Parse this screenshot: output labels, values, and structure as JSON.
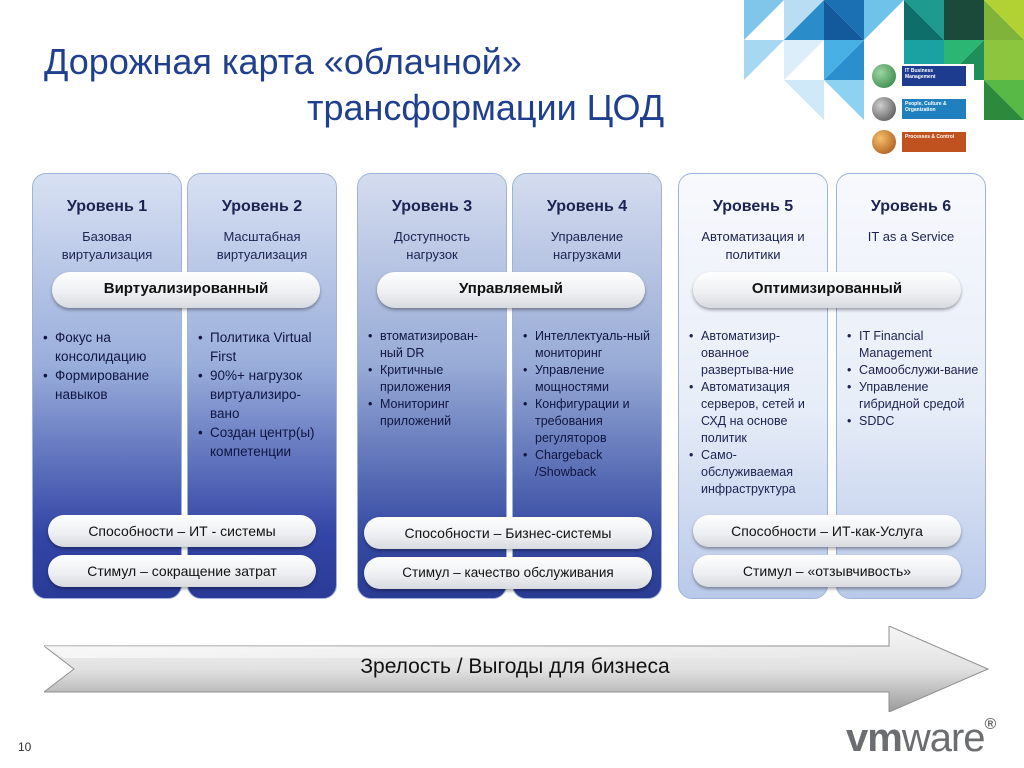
{
  "title": {
    "line1": "Дорожная карта «облачной»",
    "line2": "трансформации ЦОД"
  },
  "legend": {
    "items": [
      {
        "label": "IT Business Management",
        "color": "#1d3b8f"
      },
      {
        "label": "People, Culture & Organization",
        "color": "#1f7fbf"
      },
      {
        "label": "Processes & Control",
        "color": "#c0521f"
      }
    ]
  },
  "levels": [
    {
      "name": "Уровень 1",
      "desc": [
        "Базовая",
        "виртуализация"
      ],
      "bullets": [
        "Фокус на консолидацию",
        "Формирование навыков"
      ]
    },
    {
      "name": "Уровень 2",
      "desc": [
        "Масштабная",
        "виртуализация"
      ],
      "bullets": [
        "Политика Virtual First",
        "90%+ нагрузок виртуализиро-вано",
        "Создан центр(ы) компетенции"
      ]
    },
    {
      "name": "Уровень 3",
      "desc": [
        "Доступность",
        "нагрузок"
      ],
      "bullets": [
        "втоматизирован-ный DR",
        "Критичные приложения",
        "Мониторинг приложений"
      ]
    },
    {
      "name": "Уровень 4",
      "desc": [
        "Управление",
        "нагрузками"
      ],
      "bullets": [
        "Интеллектуаль-ный мониторинг",
        "Управление мощностями",
        "Конфигурации и требования регуляторов",
        "Chargeback /Showback"
      ]
    },
    {
      "name": "Уровень 5",
      "desc": [
        "Автоматизация и",
        "политики"
      ],
      "bullets": [
        "Автоматизир-ованное развертыва-ние",
        "Автоматизация серверов, сетей и СХД на основе политик",
        "Само-обслуживаемая инфраструктура"
      ]
    },
    {
      "name": "Уровень 6",
      "desc": [
        "IT as a Service",
        ""
      ],
      "bullets": [
        "IT Financial Management",
        "Самообслужи-вание",
        "Управление гибридной средой",
        "SDDC"
      ]
    }
  ],
  "stages": [
    "Виртуализированный",
    "Управляемый",
    "Оптимизированный"
  ],
  "capabilities": [
    "Способности – ИТ - системы",
    "Способности – Бизнес-системы",
    "Способности – ИТ-как-Услуга"
  ],
  "drivers": [
    "Стимул – сокращение затрат",
    "Стимул – качество обслуживания",
    "Стимул – «отзывчивость»"
  ],
  "arrow_label": "Зрелость / Выгоды для бизнеса",
  "page_number": "10",
  "logo": {
    "vm": "vm",
    "ware": "ware",
    "mark": "®"
  }
}
